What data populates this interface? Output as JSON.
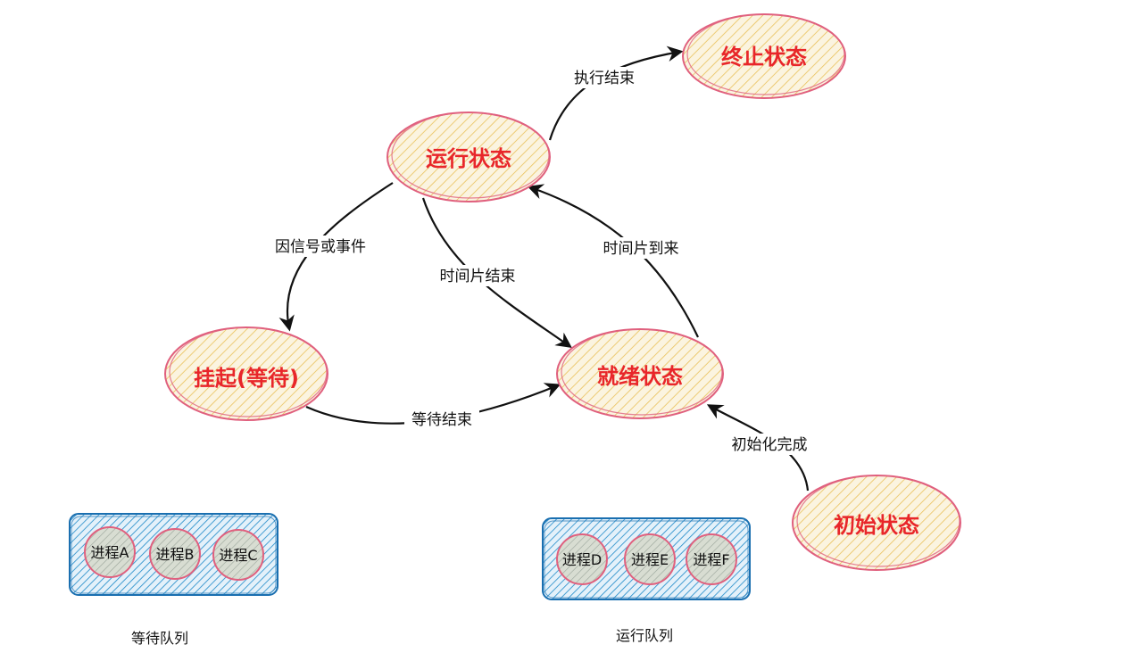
{
  "states": {
    "terminated": "终止状态",
    "running": "运行状态",
    "suspended": "挂起(等待)",
    "ready": "就绪状态",
    "initial": "初始状态"
  },
  "transitions": {
    "exec_end": "执行结束",
    "signal_event": "因信号或事件",
    "timeslice_end": "时间片结束",
    "timeslice_arrive": "时间片到来",
    "wait_end": "等待结束",
    "init_done": "初始化完成"
  },
  "wait_queue": {
    "label": "等待队列",
    "processes": [
      "进程A",
      "进程B",
      "进程C"
    ]
  },
  "run_queue": {
    "label": "运行队列",
    "processes": [
      "进程D",
      "进程E",
      "进程F"
    ]
  },
  "colors": {
    "state_fill_hatch": "#e9c15a",
    "state_fill_bg": "#fbf4e0",
    "state_stroke": "#e0607e",
    "state_text": "#e8262a",
    "queue_hatch": "#1e8ac8",
    "queue_stroke": "#1a6fb0",
    "proc_fill": "#c9cfc0",
    "proc_stroke": "#e0607e",
    "arrow": "#111111"
  }
}
